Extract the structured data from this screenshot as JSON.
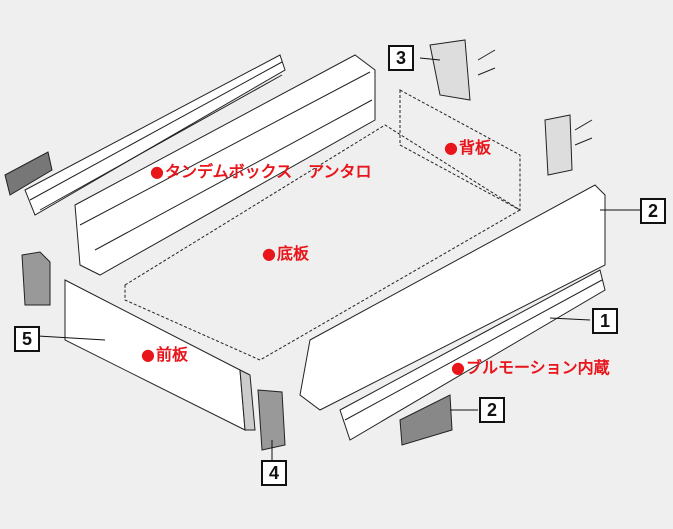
{
  "labels": {
    "product": "タンデムボックス　アンタロ",
    "back_panel": "背板",
    "bottom_panel": "底板",
    "front_panel": "前板",
    "runner": "ブルモーション内蔵"
  },
  "callouts": {
    "back_bracket": "3",
    "side_panel": "2",
    "runner": "1",
    "cap": "2",
    "front": "5",
    "front_bracket": "4"
  },
  "colors": {
    "label": "#e8151b",
    "background": "#efefef"
  }
}
